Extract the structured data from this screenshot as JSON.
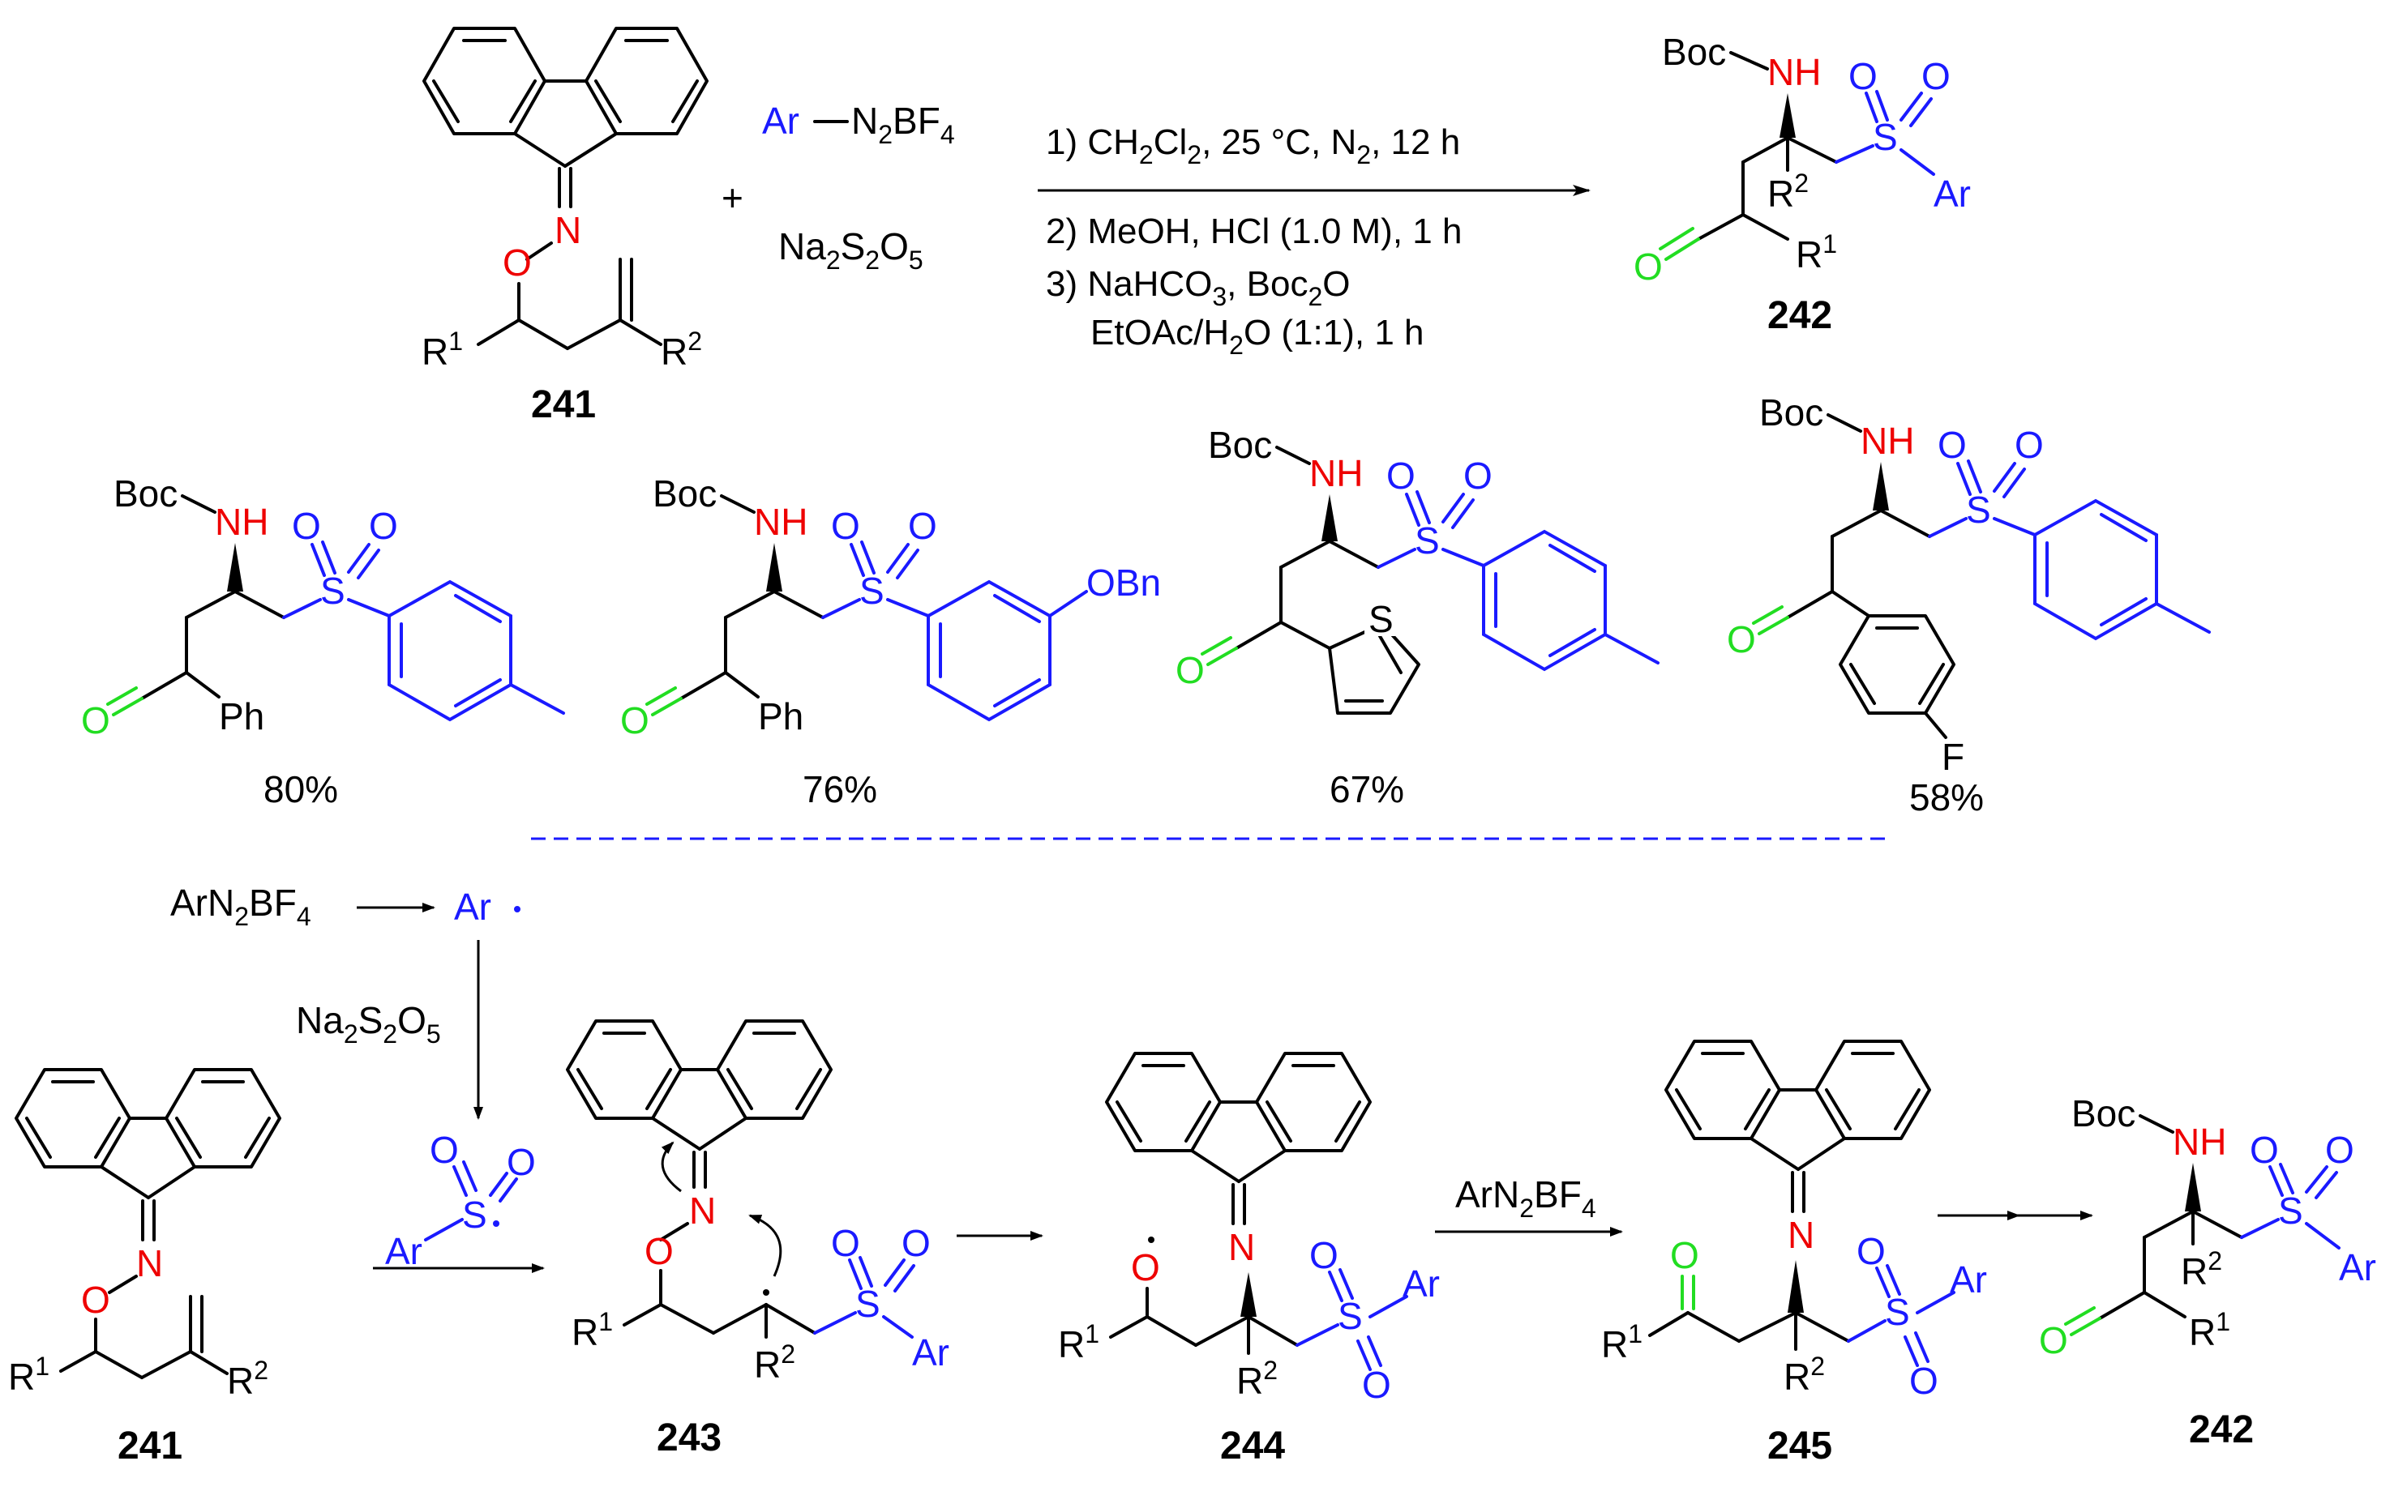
{
  "labels": {
    "c241": "241",
    "c242": "242",
    "c243": "243",
    "c244": "244",
    "c245": "245"
  },
  "reagents": {
    "ar": "Ar",
    "n2bf4": "N2BF4",
    "na2s2o5": "Na2S2O5",
    "plus": "+"
  },
  "conditions": {
    "step1": "1) CH2Cl2, 25 °C, N2, 12 h",
    "step2": "2) MeOH, HCl (1.0 M), 1 h",
    "step3a": "3) NaHCO3, Boc2O",
    "step3b": "EtOAc/H2O (1:1), 1 h"
  },
  "atoms": {
    "boc": "Boc",
    "nh": "NH",
    "s": "S",
    "o": "O",
    "n": "N",
    "ar": "Ar",
    "ph": "Ph",
    "obn": "OBn",
    "f": "F",
    "r1": "R1",
    "r2": "R2"
  },
  "yields": [
    "80%",
    "76%",
    "67%",
    "58%"
  ],
  "mechanism": {
    "reagent_top": "ArN2BF4",
    "radical_ar": "Ar",
    "na2s2o5": "Na2S2O5",
    "step_reagent": "ArN2BF4"
  }
}
